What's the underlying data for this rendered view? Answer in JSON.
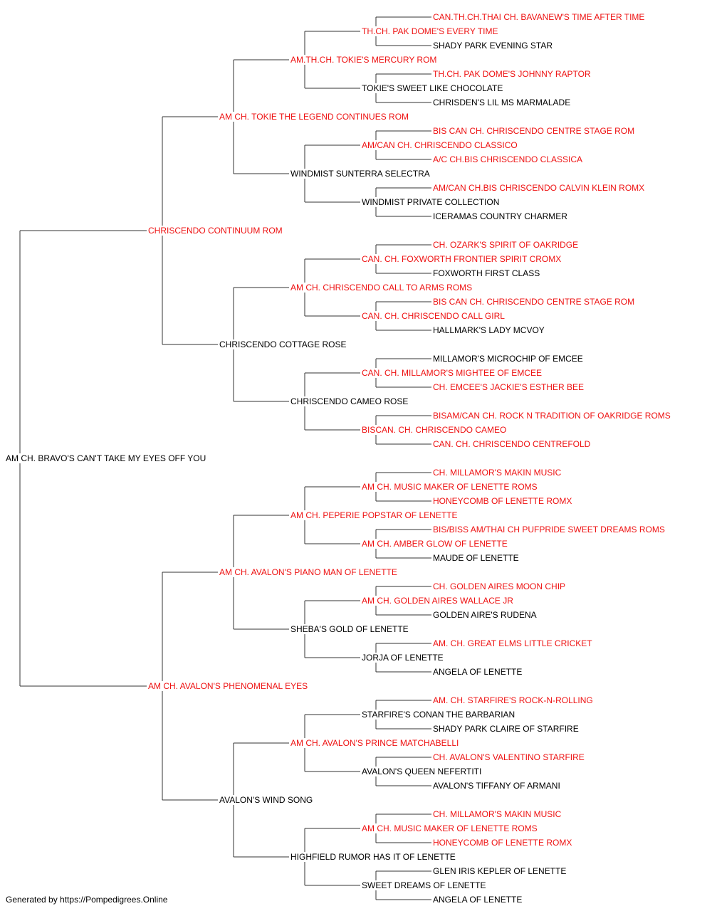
{
  "colors": {
    "titled": "#ee1111",
    "plain": "#000000",
    "connector": "#333333"
  },
  "pedigree": {
    "name": "AM CH. BRAVO'S CAN'T TAKE MY EYES OFF YOU",
    "titled": false,
    "sire": {
      "name": "CHRISCENDO CONTINUUM ROM",
      "titled": true,
      "sire": {
        "name": "AM CH. TOKIE THE LEGEND CONTINUES ROM",
        "titled": true,
        "sire": {
          "name": "AM.TH.CH. TOKIE'S MERCURY ROM",
          "titled": true,
          "sire": {
            "name": "TH.CH. PAK DOME'S EVERY TIME",
            "titled": true,
            "sire": {
              "name": "CAN.TH.CH.THAI CH. BAVANEW'S TIME AFTER TIME",
              "titled": true
            },
            "dam": {
              "name": "SHADY PARK EVENING STAR",
              "titled": false
            }
          },
          "dam": {
            "name": "TOKIE'S SWEET LIKE CHOCOLATE",
            "titled": false,
            "sire": {
              "name": "TH.CH. PAK DOME'S JOHNNY RAPTOR",
              "titled": true
            },
            "dam": {
              "name": "CHRISDEN'S LIL MS MARMALADE",
              "titled": false
            }
          }
        },
        "dam": {
          "name": "WINDMIST SUNTERRA SELECTRA",
          "titled": false,
          "sire": {
            "name": "AM/CAN CH. CHRISCENDO CLASSICO",
            "titled": true,
            "sire": {
              "name": "BIS CAN CH. CHRISCENDO CENTRE STAGE ROM",
              "titled": true
            },
            "dam": {
              "name": "A/C CH.BIS CHRISCENDO CLASSICA",
              "titled": true
            }
          },
          "dam": {
            "name": "WINDMIST PRIVATE COLLECTION",
            "titled": false,
            "sire": {
              "name": "AM/CAN CH.BIS CHRISCENDO CALVIN KLEIN ROMX",
              "titled": true
            },
            "dam": {
              "name": "ICERAMAS COUNTRY CHARMER",
              "titled": false
            }
          }
        }
      },
      "dam": {
        "name": "CHRISCENDO COTTAGE ROSE",
        "titled": false,
        "sire": {
          "name": "AM CH. CHRISCENDO CALL TO ARMS ROMS",
          "titled": true,
          "sire": {
            "name": "CAN. CH. FOXWORTH FRONTIER SPIRIT CROMX",
            "titled": true,
            "sire": {
              "name": "CH. OZARK'S SPIRIT OF OAKRIDGE",
              "titled": true
            },
            "dam": {
              "name": "FOXWORTH FIRST CLASS",
              "titled": false
            }
          },
          "dam": {
            "name": "CAN. CH. CHRISCENDO CALL GIRL",
            "titled": true,
            "sire": {
              "name": "BIS CAN CH. CHRISCENDO CENTRE STAGE ROM",
              "titled": true
            },
            "dam": {
              "name": "HALLMARK'S LADY MCVOY",
              "titled": false
            }
          }
        },
        "dam": {
          "name": "CHRISCENDO CAMEO ROSE",
          "titled": false,
          "sire": {
            "name": "CAN. CH. MILLAMOR'S MIGHTEE OF EMCEE",
            "titled": true,
            "sire": {
              "name": "MILLAMOR'S MICROCHIP OF EMCEE",
              "titled": false
            },
            "dam": {
              "name": "CH. EMCEE'S JACKIE'S ESTHER BEE",
              "titled": true
            }
          },
          "dam": {
            "name": "BISCAN. CH. CHRISCENDO CAMEO",
            "titled": true,
            "sire": {
              "name": "BISAM/CAN CH. ROCK N TRADITION OF OAKRIDGE ROMS",
              "titled": true
            },
            "dam": {
              "name": "CAN. CH. CHRISCENDO CENTREFOLD",
              "titled": true
            }
          }
        }
      }
    },
    "dam": {
      "name": "AM CH. AVALON'S PHENOMENAL EYES",
      "titled": true,
      "sire": {
        "name": "AM CH. AVALON'S PIANO MAN OF LENETTE",
        "titled": true,
        "sire": {
          "name": "AM CH. PEPERIE POPSTAR OF LENETTE",
          "titled": true,
          "sire": {
            "name": "AM CH. MUSIC MAKER OF LENETTE ROMS",
            "titled": true,
            "sire": {
              "name": "CH. MILLAMOR'S MAKIN MUSIC",
              "titled": true
            },
            "dam": {
              "name": "HONEYCOMB OF LENETTE ROMX",
              "titled": true
            }
          },
          "dam": {
            "name": "AM CH. AMBER GLOW OF LENETTE",
            "titled": true,
            "sire": {
              "name": "BIS/BISS AM/THAI CH PUFPRIDE SWEET DREAMS ROMS",
              "titled": true
            },
            "dam": {
              "name": "MAUDE OF LENETTE",
              "titled": false
            }
          }
        },
        "dam": {
          "name": "SHEBA'S GOLD OF LENETTE",
          "titled": false,
          "sire": {
            "name": "AM CH. GOLDEN AIRES WALLACE JR",
            "titled": true,
            "sire": {
              "name": "CH. GOLDEN AIRES MOON CHIP",
              "titled": true
            },
            "dam": {
              "name": "GOLDEN AIRE'S RUDENA",
              "titled": false
            }
          },
          "dam": {
            "name": "JORJA OF LENETTE",
            "titled": false,
            "sire": {
              "name": "AM. CH. GREAT ELMS LITTLE CRICKET",
              "titled": true
            },
            "dam": {
              "name": "ANGELA OF LENETTE",
              "titled": false
            }
          }
        }
      },
      "dam": {
        "name": "AVALON'S WIND SONG",
        "titled": false,
        "sire": {
          "name": "AM CH. AVALON'S PRINCE MATCHABELLI",
          "titled": true,
          "sire": {
            "name": "STARFIRE'S CONAN THE BARBARIAN",
            "titled": false,
            "sire": {
              "name": "AM. CH. STARFIRE'S ROCK-N-ROLLING",
              "titled": true
            },
            "dam": {
              "name": "SHADY PARK CLAIRE OF STARFIRE",
              "titled": false
            }
          },
          "dam": {
            "name": "AVALON'S QUEEN NEFERTITI",
            "titled": false,
            "sire": {
              "name": "CH. AVALON'S VALENTINO STARFIRE",
              "titled": true
            },
            "dam": {
              "name": "AVALON'S TIFFANY OF ARMANI",
              "titled": false
            }
          }
        },
        "dam": {
          "name": "HIGHFIELD RUMOR HAS IT OF LENETTE",
          "titled": false,
          "sire": {
            "name": "AM CH. MUSIC MAKER OF LENETTE ROMS",
            "titled": true,
            "sire": {
              "name": "CH. MILLAMOR'S MAKIN MUSIC",
              "titled": true
            },
            "dam": {
              "name": "HONEYCOMB OF LENETTE ROMX",
              "titled": true
            }
          },
          "dam": {
            "name": "SWEET DREAMS OF LENETTE",
            "titled": false,
            "sire": {
              "name": "GLEN IRIS KEPLER OF LENETTE",
              "titled": false
            },
            "dam": {
              "name": "ANGELA OF LENETTE",
              "titled": false
            }
          }
        }
      }
    }
  },
  "footer": {
    "text": "Generated by https://Pompedigrees.Online"
  }
}
